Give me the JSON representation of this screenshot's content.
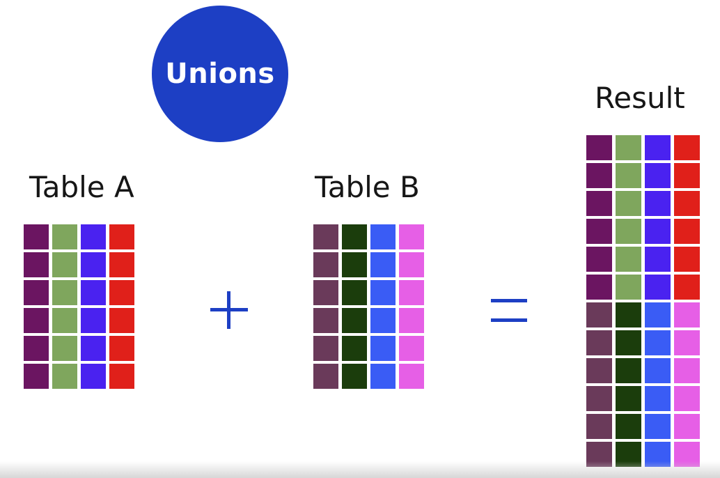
{
  "badge": {
    "label": "Unions",
    "color": "#1d3fc4"
  },
  "table_a": {
    "title": "Table A",
    "rows": 6,
    "columns": [
      "#6b1561",
      "#7fa65d",
      "#4a22f0",
      "#e0201a"
    ]
  },
  "table_b": {
    "title": "Table B",
    "rows": 6,
    "columns": [
      "#6a3a5a",
      "#1b3d0c",
      "#3a5cf5",
      "#e65fe6"
    ]
  },
  "result": {
    "title": "Result",
    "row_blocks": [
      {
        "rows": 6,
        "columns": [
          "#6b1561",
          "#7fa65d",
          "#4a22f0",
          "#e0201a"
        ]
      },
      {
        "rows": 6,
        "columns": [
          "#6a3a5a",
          "#1b3d0c",
          "#3a5cf5",
          "#e65fe6"
        ]
      }
    ]
  },
  "operators": {
    "plus_icon": "plus-icon",
    "equals_icon": "equals-icon",
    "color": "#1d3fc4"
  }
}
